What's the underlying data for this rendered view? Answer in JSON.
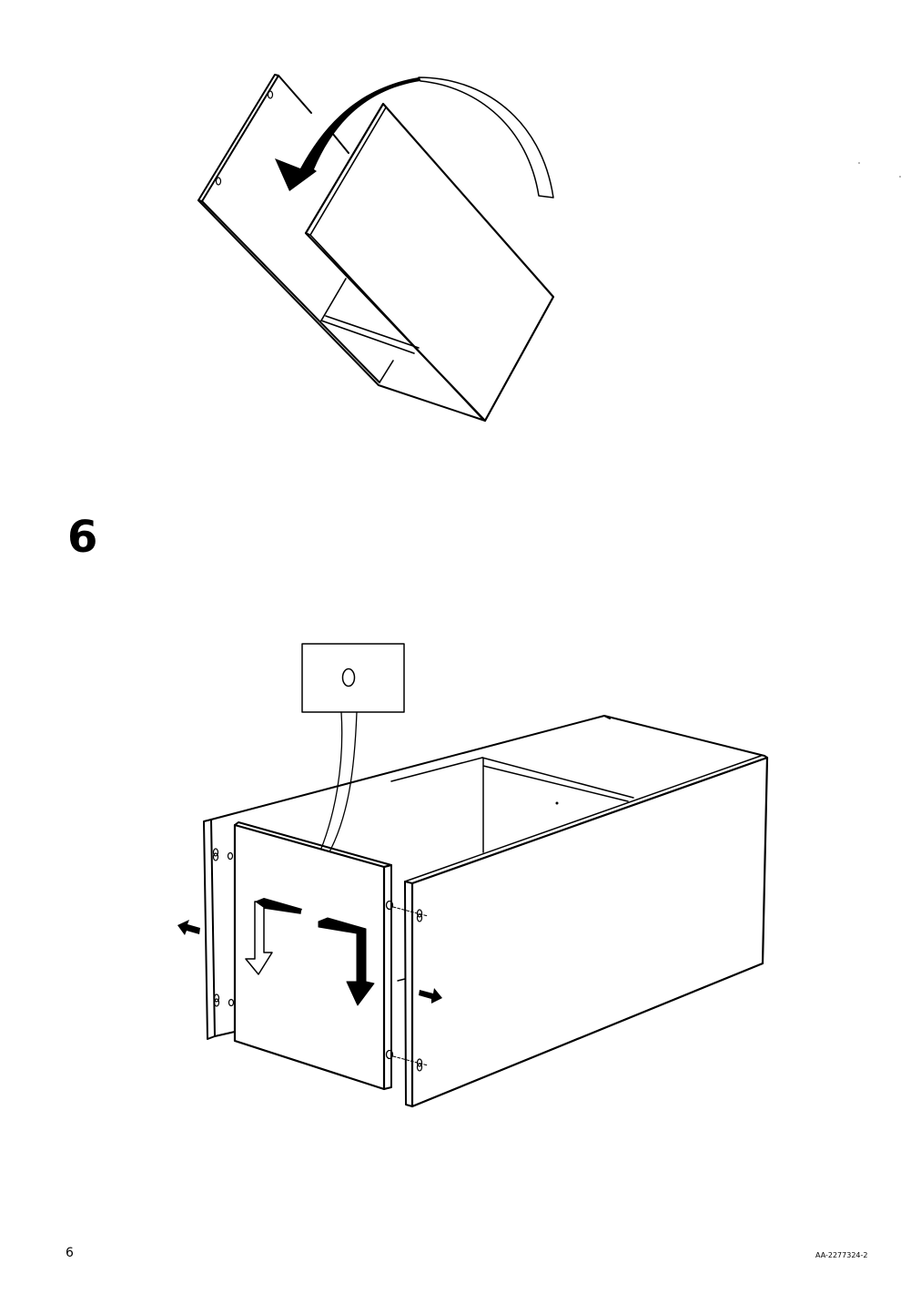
{
  "step": {
    "number": "6"
  },
  "footer": {
    "page_number": "6",
    "document_code": "AA-2277324-2"
  },
  "icons": [
    "rotate-arrow-icon",
    "detail-callout-hole-icon",
    "slide-down-arrow-outline-icon",
    "slide-down-arrow-filled-icon",
    "pull-out-left-arrow-icon",
    "pull-out-right-arrow-icon",
    "dowel-icon"
  ],
  "colors": {
    "ink": "#000000",
    "paper": "#ffffff"
  }
}
